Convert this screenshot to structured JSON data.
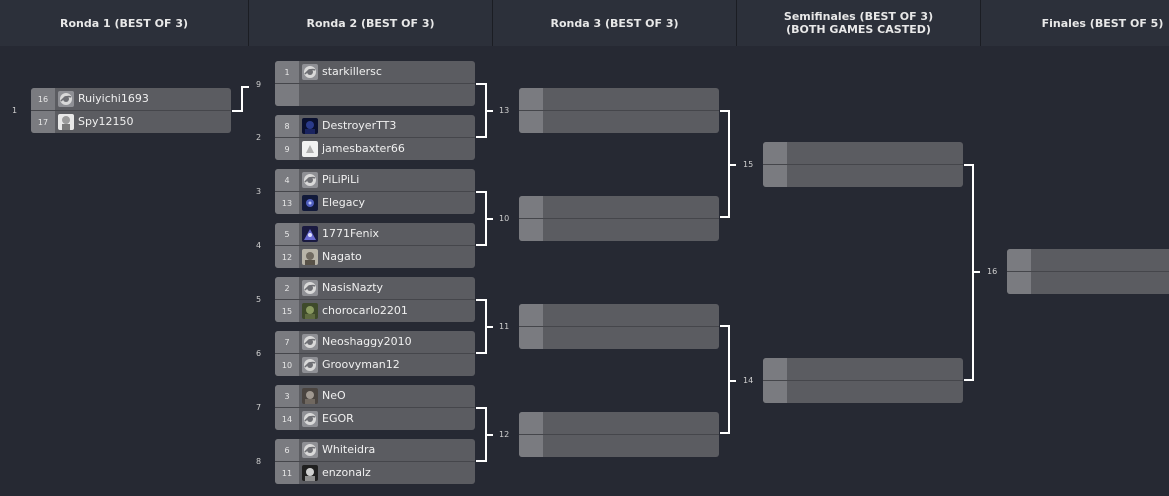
{
  "header": {
    "columns": [
      {
        "line1": "Ronda 1 (BEST OF 3)",
        "line2": ""
      },
      {
        "line1": "Ronda 2 (BEST OF 3)",
        "line2": ""
      },
      {
        "line1": "Ronda 3 (BEST OF 3)",
        "line2": ""
      },
      {
        "line1": "Semifinales (BEST OF 3)",
        "line2": "(BOTH GAMES CASTED)"
      },
      {
        "line1": "Finales (BEST OF 5)",
        "line2": ""
      }
    ]
  },
  "matches": {
    "m1": {
      "number": "1",
      "top": {
        "seed": "16",
        "name": "Ruiyichi1693",
        "avatar": "default-avatar-icon"
      },
      "bottom": {
        "seed": "17",
        "name": "Spy12150",
        "avatar": "player-avatar-image"
      }
    },
    "m9": {
      "number": "9",
      "top": {
        "seed": "1",
        "name": "starkillersc",
        "avatar": "default-avatar-icon"
      },
      "bottom": {
        "seed": "",
        "name": "",
        "avatar": ""
      }
    },
    "m2": {
      "number": "2",
      "top": {
        "seed": "8",
        "name": "DestroyerTT3",
        "avatar": "player-avatar-image"
      },
      "bottom": {
        "seed": "9",
        "name": "jamesbaxter66",
        "avatar": "player-avatar-image"
      }
    },
    "m3": {
      "number": "3",
      "top": {
        "seed": "4",
        "name": "PiLiPiLi",
        "avatar": "default-avatar-icon"
      },
      "bottom": {
        "seed": "13",
        "name": "Elegacy",
        "avatar": "player-avatar-image"
      }
    },
    "m4": {
      "number": "4",
      "top": {
        "seed": "5",
        "name": "1771Fenix",
        "avatar": "player-avatar-image"
      },
      "bottom": {
        "seed": "12",
        "name": "Nagato",
        "avatar": "player-avatar-image"
      }
    },
    "m5": {
      "number": "5",
      "top": {
        "seed": "2",
        "name": "NasisNazty",
        "avatar": "default-avatar-icon"
      },
      "bottom": {
        "seed": "15",
        "name": "chorocarlo2201",
        "avatar": "player-avatar-image"
      }
    },
    "m6": {
      "number": "6",
      "top": {
        "seed": "7",
        "name": "Neoshaggy2010",
        "avatar": "default-avatar-icon"
      },
      "bottom": {
        "seed": "10",
        "name": "Groovyman12",
        "avatar": "default-avatar-icon"
      }
    },
    "m7": {
      "number": "7",
      "top": {
        "seed": "3",
        "name": "NeO",
        "avatar": "player-avatar-image"
      },
      "bottom": {
        "seed": "14",
        "name": "EGOR",
        "avatar": "default-avatar-icon"
      }
    },
    "m8": {
      "number": "8",
      "top": {
        "seed": "6",
        "name": "Whiteidra",
        "avatar": "default-avatar-icon"
      },
      "bottom": {
        "seed": "11",
        "name": "enzonalz",
        "avatar": "player-avatar-image"
      }
    },
    "m13": {
      "number": "13"
    },
    "m10": {
      "number": "10"
    },
    "m11": {
      "number": "11"
    },
    "m12": {
      "number": "12"
    },
    "m15": {
      "number": "15"
    },
    "m14": {
      "number": "14"
    },
    "m16": {
      "number": "16"
    }
  },
  "colors": {
    "background": "#262933",
    "header": "#2c303a",
    "match": "#5b5c61",
    "seed": "#7a7b80",
    "connector": "#ffffff"
  }
}
